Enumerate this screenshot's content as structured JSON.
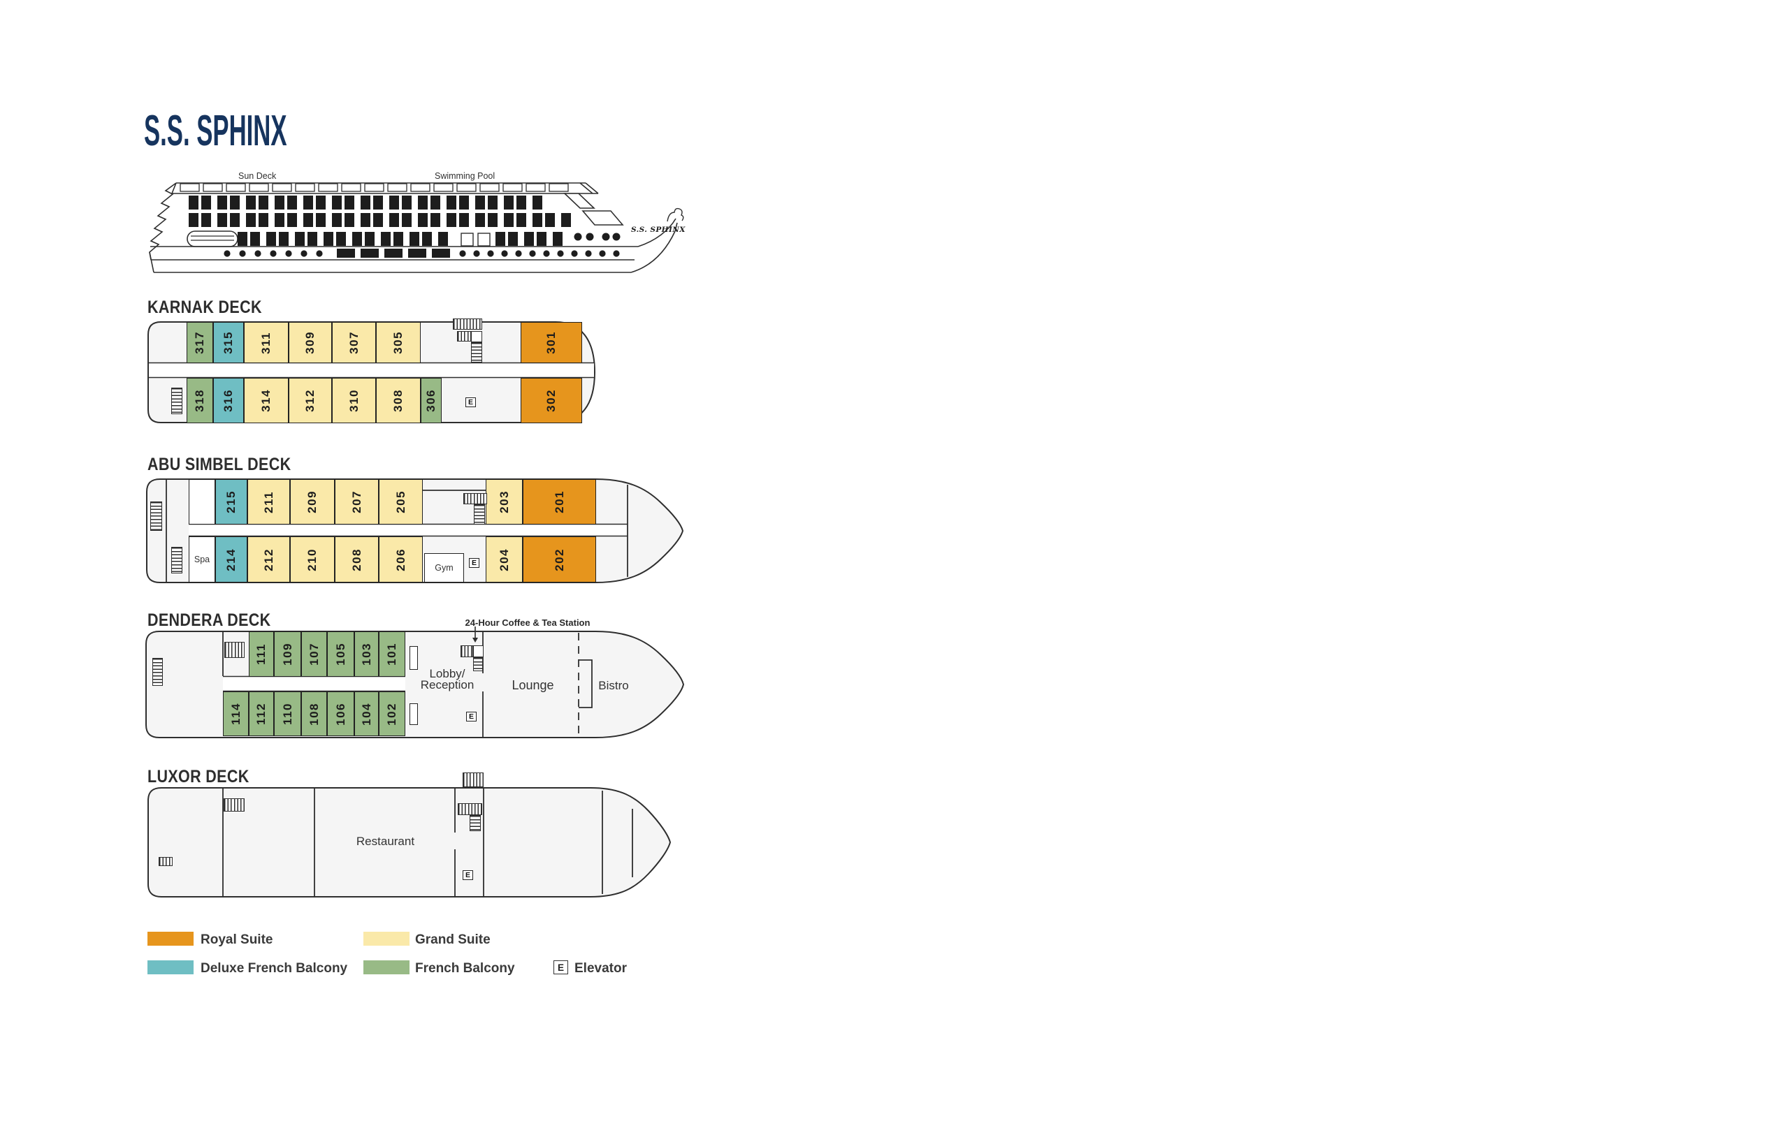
{
  "title": "S.S. SPHINX",
  "ship": {
    "sun_deck_label": "Sun Deck",
    "swimming_pool_label": "Swimming Pool",
    "bow_name": "S.S. SPHINX"
  },
  "decks": [
    {
      "name": "KARNAK DECK",
      "rooms_top": [
        {
          "num": "317",
          "cat": "french"
        },
        {
          "num": "315",
          "cat": "deluxe"
        },
        {
          "num": "311",
          "cat": "grand"
        },
        {
          "num": "309",
          "cat": "grand"
        },
        {
          "num": "307",
          "cat": "grand"
        },
        {
          "num": "305",
          "cat": "grand"
        },
        {
          "num": "301",
          "cat": "royal"
        }
      ],
      "rooms_bottom": [
        {
          "num": "318",
          "cat": "french"
        },
        {
          "num": "316",
          "cat": "deluxe"
        },
        {
          "num": "314",
          "cat": "grand"
        },
        {
          "num": "312",
          "cat": "grand"
        },
        {
          "num": "310",
          "cat": "grand"
        },
        {
          "num": "308",
          "cat": "grand"
        },
        {
          "num": "306",
          "cat": "french"
        },
        {
          "num": "302",
          "cat": "royal"
        }
      ]
    },
    {
      "name": "ABU SIMBEL DECK",
      "spa_label": "Spa",
      "gym_label": "Gym",
      "rooms_top": [
        {
          "num": "215",
          "cat": "deluxe"
        },
        {
          "num": "211",
          "cat": "grand"
        },
        {
          "num": "209",
          "cat": "grand"
        },
        {
          "num": "207",
          "cat": "grand"
        },
        {
          "num": "205",
          "cat": "grand"
        },
        {
          "num": "203",
          "cat": "grand"
        },
        {
          "num": "201",
          "cat": "royal"
        }
      ],
      "rooms_bottom": [
        {
          "num": "214",
          "cat": "deluxe"
        },
        {
          "num": "212",
          "cat": "grand"
        },
        {
          "num": "210",
          "cat": "grand"
        },
        {
          "num": "208",
          "cat": "grand"
        },
        {
          "num": "206",
          "cat": "grand"
        },
        {
          "num": "204",
          "cat": "grand"
        },
        {
          "num": "202",
          "cat": "royal"
        }
      ]
    },
    {
      "name": "DENDERA DECK",
      "annotation": "24-Hour Coffee & Tea Station",
      "lobby_line1": "Lobby/",
      "lobby_line2": "Reception",
      "lounge_label": "Lounge",
      "bistro_label": "Bistro",
      "rooms_top": [
        {
          "num": "111",
          "cat": "french"
        },
        {
          "num": "109",
          "cat": "french"
        },
        {
          "num": "107",
          "cat": "french"
        },
        {
          "num": "105",
          "cat": "french"
        },
        {
          "num": "103",
          "cat": "french"
        },
        {
          "num": "101",
          "cat": "french"
        }
      ],
      "rooms_bottom": [
        {
          "num": "114",
          "cat": "french"
        },
        {
          "num": "112",
          "cat": "french"
        },
        {
          "num": "110",
          "cat": "french"
        },
        {
          "num": "108",
          "cat": "french"
        },
        {
          "num": "106",
          "cat": "french"
        },
        {
          "num": "104",
          "cat": "french"
        },
        {
          "num": "102",
          "cat": "french"
        }
      ]
    },
    {
      "name": "LUXOR DECK",
      "restaurant_label": "Restaurant"
    }
  ],
  "elevator_symbol": "E",
  "legend": {
    "items": [
      {
        "label": "Royal Suite",
        "cat": "royal"
      },
      {
        "label": "Grand Suite",
        "cat": "grand"
      },
      {
        "label": "Deluxe French Balcony",
        "cat": "deluxe"
      },
      {
        "label": "French Balcony",
        "cat": "french"
      }
    ],
    "elevator": {
      "symbol": "E",
      "label": "Elevator"
    }
  },
  "colors": {
    "royal": "#E6951D",
    "grand": "#FAE9A9",
    "deluxe": "#6FBEC3",
    "french": "#98BA86",
    "title": "#16345E",
    "outline": "#2E2E2E",
    "floor": "#F5F5F5"
  }
}
